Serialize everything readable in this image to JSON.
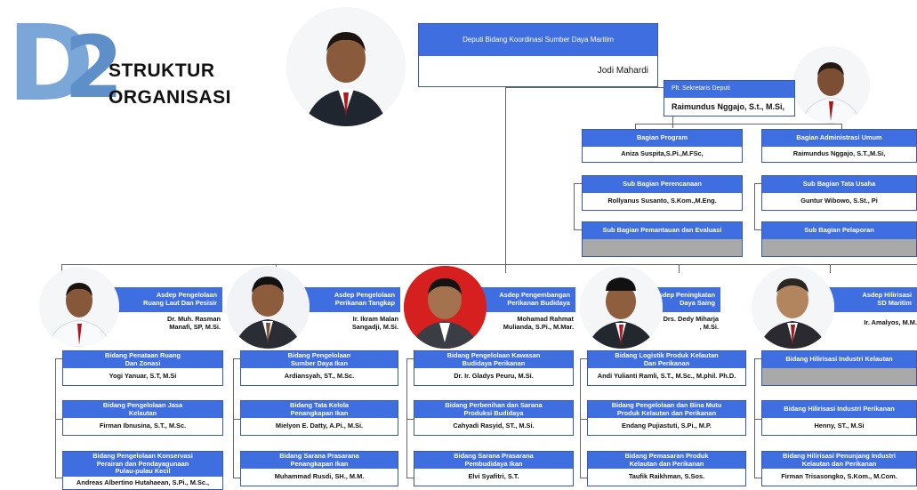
{
  "logo": {
    "letter": "D",
    "number": "2",
    "title_line1": "STRUKTUR",
    "title_line2": "ORGANISASI"
  },
  "deputi": {
    "title": "Deputi Bidang Koordinasi Sumber Daya Maritim",
    "name": "Jodi Mahardi"
  },
  "sekretaris": {
    "title": "Plt. Sekretaris Deputi",
    "name": "Raimundus Nggajo, S.t., M.Si,"
  },
  "bagian": [
    {
      "title": "Bagian Program",
      "name": "Aniza Suspita,S.Pi.,M.FSc,"
    },
    {
      "title": "Bagian Administrasi Umum",
      "name": "Raimundus Nggajo, S.T.,M.Si,"
    }
  ],
  "subbagian": [
    {
      "title": "Sub Bagian Perencanaan",
      "name": "Rollyanus Susanto, S.Kom.,M.Eng."
    },
    {
      "title": "Sub Bagian Pemantauan dan Evaluasi",
      "name": ""
    },
    {
      "title": "Sub Bagian Tata Usaha",
      "name": "Guntur Wibowo, S.St., Pi"
    },
    {
      "title": "Sub Bagian Pelaporan",
      "name": ""
    }
  ],
  "asdep": [
    {
      "title": "Asdep Pengelolaan\nRuang Laut Dan Pesisir",
      "name": "Dr. Muh. Rasman\nManafi, SP, M.Si.",
      "bidang": [
        {
          "title": "Bidang Penataan Ruang\nDan Zonasi",
          "name": "Yogi Yanuar, S.T, M.Si"
        },
        {
          "title": "Bidang Pengelolaan Jasa\nKelautan",
          "name": "Firman Ibnusina, S.T., M.Sc."
        },
        {
          "title": "Bidang Pengelolaan Konservasi\nPerairan dan Pendayagunaan\nPulau-pulau Kecil",
          "name": "Andreas Albertino Hutahaean, S.Pi., M.Sc.,"
        }
      ]
    },
    {
      "title": "Asdep Pengelolaan\nPerikanan Tangkap",
      "name": "Ir. Ikram Malan\nSangadji, M.Si.",
      "bidang": [
        {
          "title": "Bidang Pengelolaan\nSumber Daya Ikan",
          "name": "Ardiansyah, ST., M.Sc."
        },
        {
          "title": "Bidang Tata Kelola\nPenangkapan Ikan",
          "name": "Mielyon E. Datty, A.Pi., M.Si."
        },
        {
          "title": "Bidang Sarana Prasarana\nPenangkapan Ikan",
          "name": "Muhammad Rusdi, SH., M.M."
        }
      ]
    },
    {
      "title": "Asdep Pengembangan\nPerikanan Budidaya",
      "name": "Mohamad Rahmat\nMulianda, S.Pi., M.Mar.",
      "bidang": [
        {
          "title": "Bidang Pengelolaan Kawasan\nBudidaya Perikanan",
          "name": "Dr. Ir. Gladys Peuru, M.Si."
        },
        {
          "title": "Bidang Perbenihan dan Sarana\nProduksi Budidaya",
          "name": "Cahyadi Rasyid, ST., M.Si."
        },
        {
          "title": "Bidang Sarana Prasarana\nPembudidaya Ikan",
          "name": "Elvi Syafitri, S.T."
        }
      ]
    },
    {
      "title": "Asdep Peningkatan\nDaya Saing",
      "name": "Drs. Dedy Miharja\n, M.Si.",
      "bidang": [
        {
          "title": "Bidang Logistik Produk Kelautan\nDan Perikanan",
          "name": "Andi Yulianti Ramli, S.T., M.Sc., M.phil. Ph.D."
        },
        {
          "title": "Bidang Pengelolaan dan Bina Mutu\nProduk Kelautan dan Perikanan",
          "name": "Endang Pujiastuti, S.Pi., M.P."
        },
        {
          "title": "Bidang Pemasaran Produk\nKelautan dan Perikanan",
          "name": "Taufik Raikhman, S.Sos."
        }
      ]
    },
    {
      "title": "Asdep Hilirisasi\nSD Maritim",
      "name": "Ir. Amalyos, M.M.",
      "bidang": [
        {
          "title": "Bidang Hilirisasi Industri Kelautan",
          "name": ""
        },
        {
          "title": "Bidang Hilirisasi Industri Perikanan",
          "name": "Henny, ST., M.Si"
        },
        {
          "title": "Bidang Hilirisasi Penunjang Industri\nKelautan dan Perikanan",
          "name": "Firman Trisasongko, S.Kom., M.Com."
        }
      ]
    }
  ],
  "colors": {
    "header_blue": "#3f6ee0",
    "logo_blue": "#5f8fc9",
    "empty_gray": "#a9a9a9"
  }
}
